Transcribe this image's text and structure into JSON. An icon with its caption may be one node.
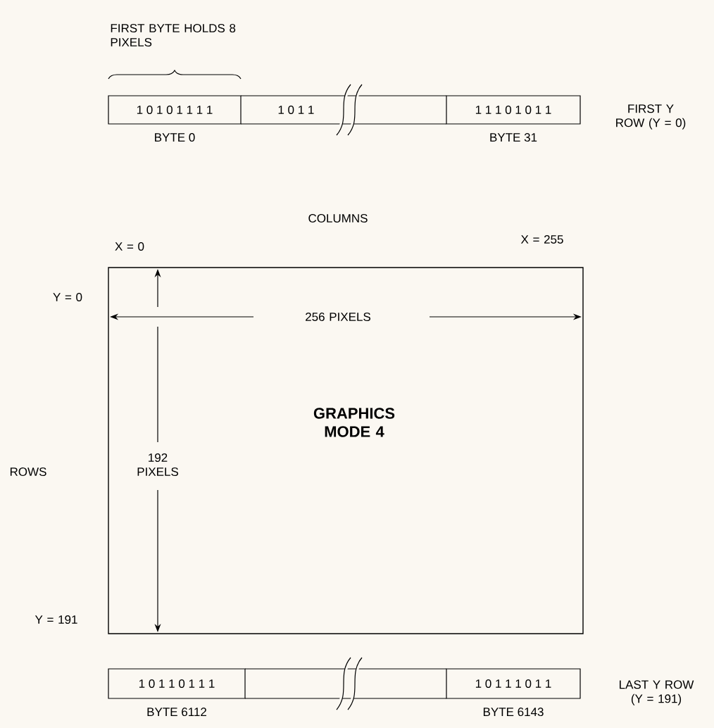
{
  "diagram": {
    "nodes": [
      {
        "text": [
          "1 0 1 0 1 1 1 1"
        ],
        "beside": [
          "BYTE 0"
        ]
      },
      {
        "text": [
          "1 0 1 1"
        ]
      },
      {
        "text": [
          "1 1 1 0 1 0 1 1"
        ],
        "beside": [
          "BYTE 31"
        ]
      },
      {
        "text": [
          "GRAPHICS MODE 4"
        ]
      },
      {
        "text": [
          "1 0 1 1 0 1 1 1"
        ],
        "beside": [
          "BYTE 6112"
        ]
      },
      {
        "text": [
          "1 0 1 1 1 0 1 1"
        ],
        "beside": [
          "BYTE 6143"
        ]
      }
    ],
    "labels": [
      "FIRST BYTE HOLDS 8 PIXELS",
      "FIRST Y ROW (Y = 0)",
      "COLUMNS",
      "X = 0",
      "X = 255",
      "Y = 0",
      "256 PIXELS",
      "ROWS",
      "192 PIXELS",
      "Y = 191",
      "LAST Y ROW (Y = 191)"
    ]
  }
}
